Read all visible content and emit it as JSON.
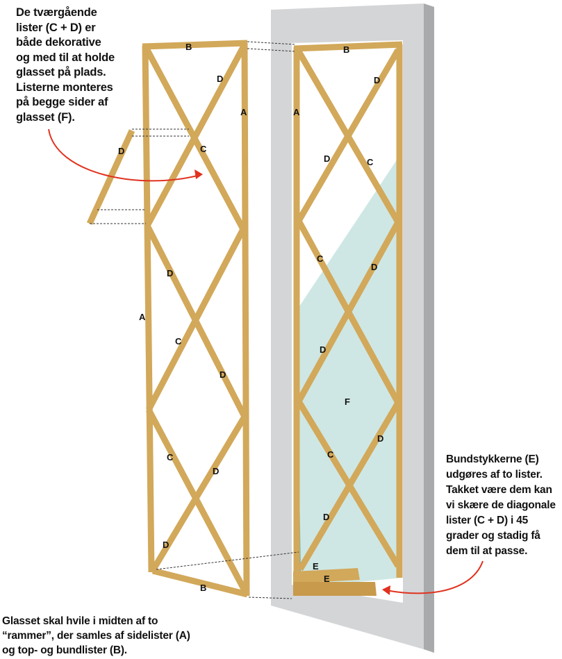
{
  "captions": {
    "top_left": "De tværgående\nlister (C + D) er\nbåde dekorative\nog med til at holde\nglasset på plads.\nListerne monteres\npå begge sider af\nglasset (F).",
    "bottom_right": "Bundstykkerne (E)\nudgøres af to lister.\nTakket være dem kan\nvi skære de diagonale\nlister (C + D) i 45\ngrader og stadig få\ndem til at passe.",
    "bottom_left": "Glasset skal hvile i midten af to\n“rammer”, der samles af sidelister (A)\nog top- og bundlister (B)."
  },
  "labels": {
    "A": "A",
    "B": "B",
    "C": "C",
    "D": "D",
    "E": "E",
    "F": "F"
  },
  "colors": {
    "wood": "#d2a85a",
    "panel": "#d4d5d7",
    "glass": "#c6e3df",
    "arrow": "#e0321e"
  }
}
